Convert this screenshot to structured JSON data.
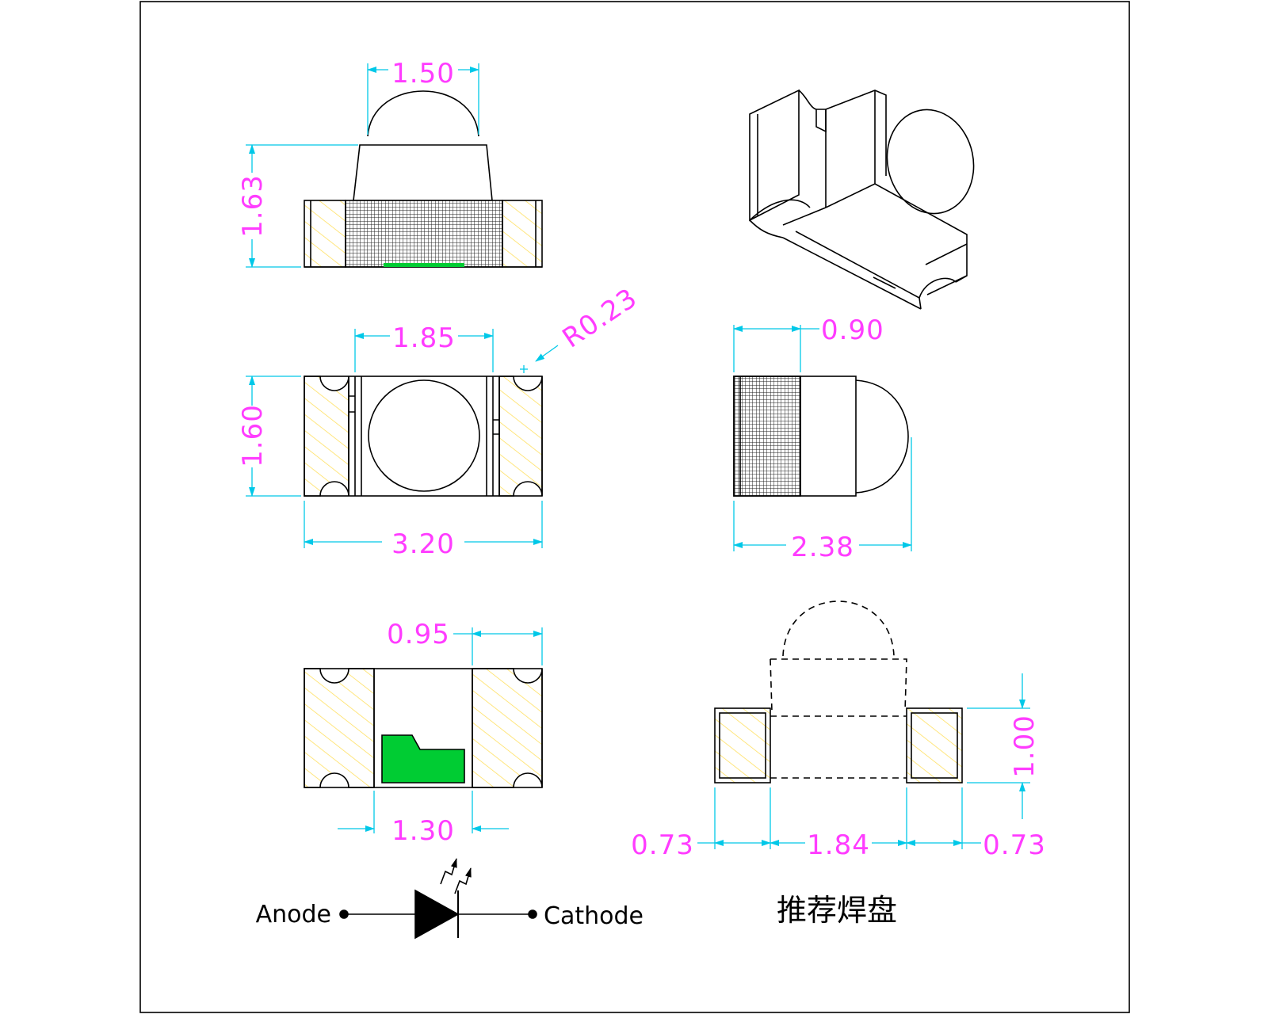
{
  "colors": {
    "outline": "#000000",
    "dimension_line": "#00c8e8",
    "dimension_text": "#ff3cff",
    "pad_hatch": "#ffe060",
    "chip": "#00cc33",
    "background": "#ffffff"
  },
  "views": {
    "side": {
      "dim_top": "1.50",
      "dim_left": "1.63"
    },
    "top": {
      "dim_top": "1.85",
      "dim_radius": "R0.23",
      "dim_left": "1.60",
      "dim_bottom": "3.20"
    },
    "end": {
      "dim_top": "0.90",
      "dim_bottom": "2.38"
    },
    "bottom": {
      "dim_top": "0.95",
      "dim_bottom": "1.30"
    },
    "pad": {
      "dim_right": "1.00",
      "dim_left_pad": "0.73",
      "dim_center": "1.84",
      "dim_right_pad": "0.73",
      "caption": "推荐焊盘"
    }
  },
  "schematic": {
    "anode_label": "Anode",
    "cathode_label": "Cathode"
  }
}
